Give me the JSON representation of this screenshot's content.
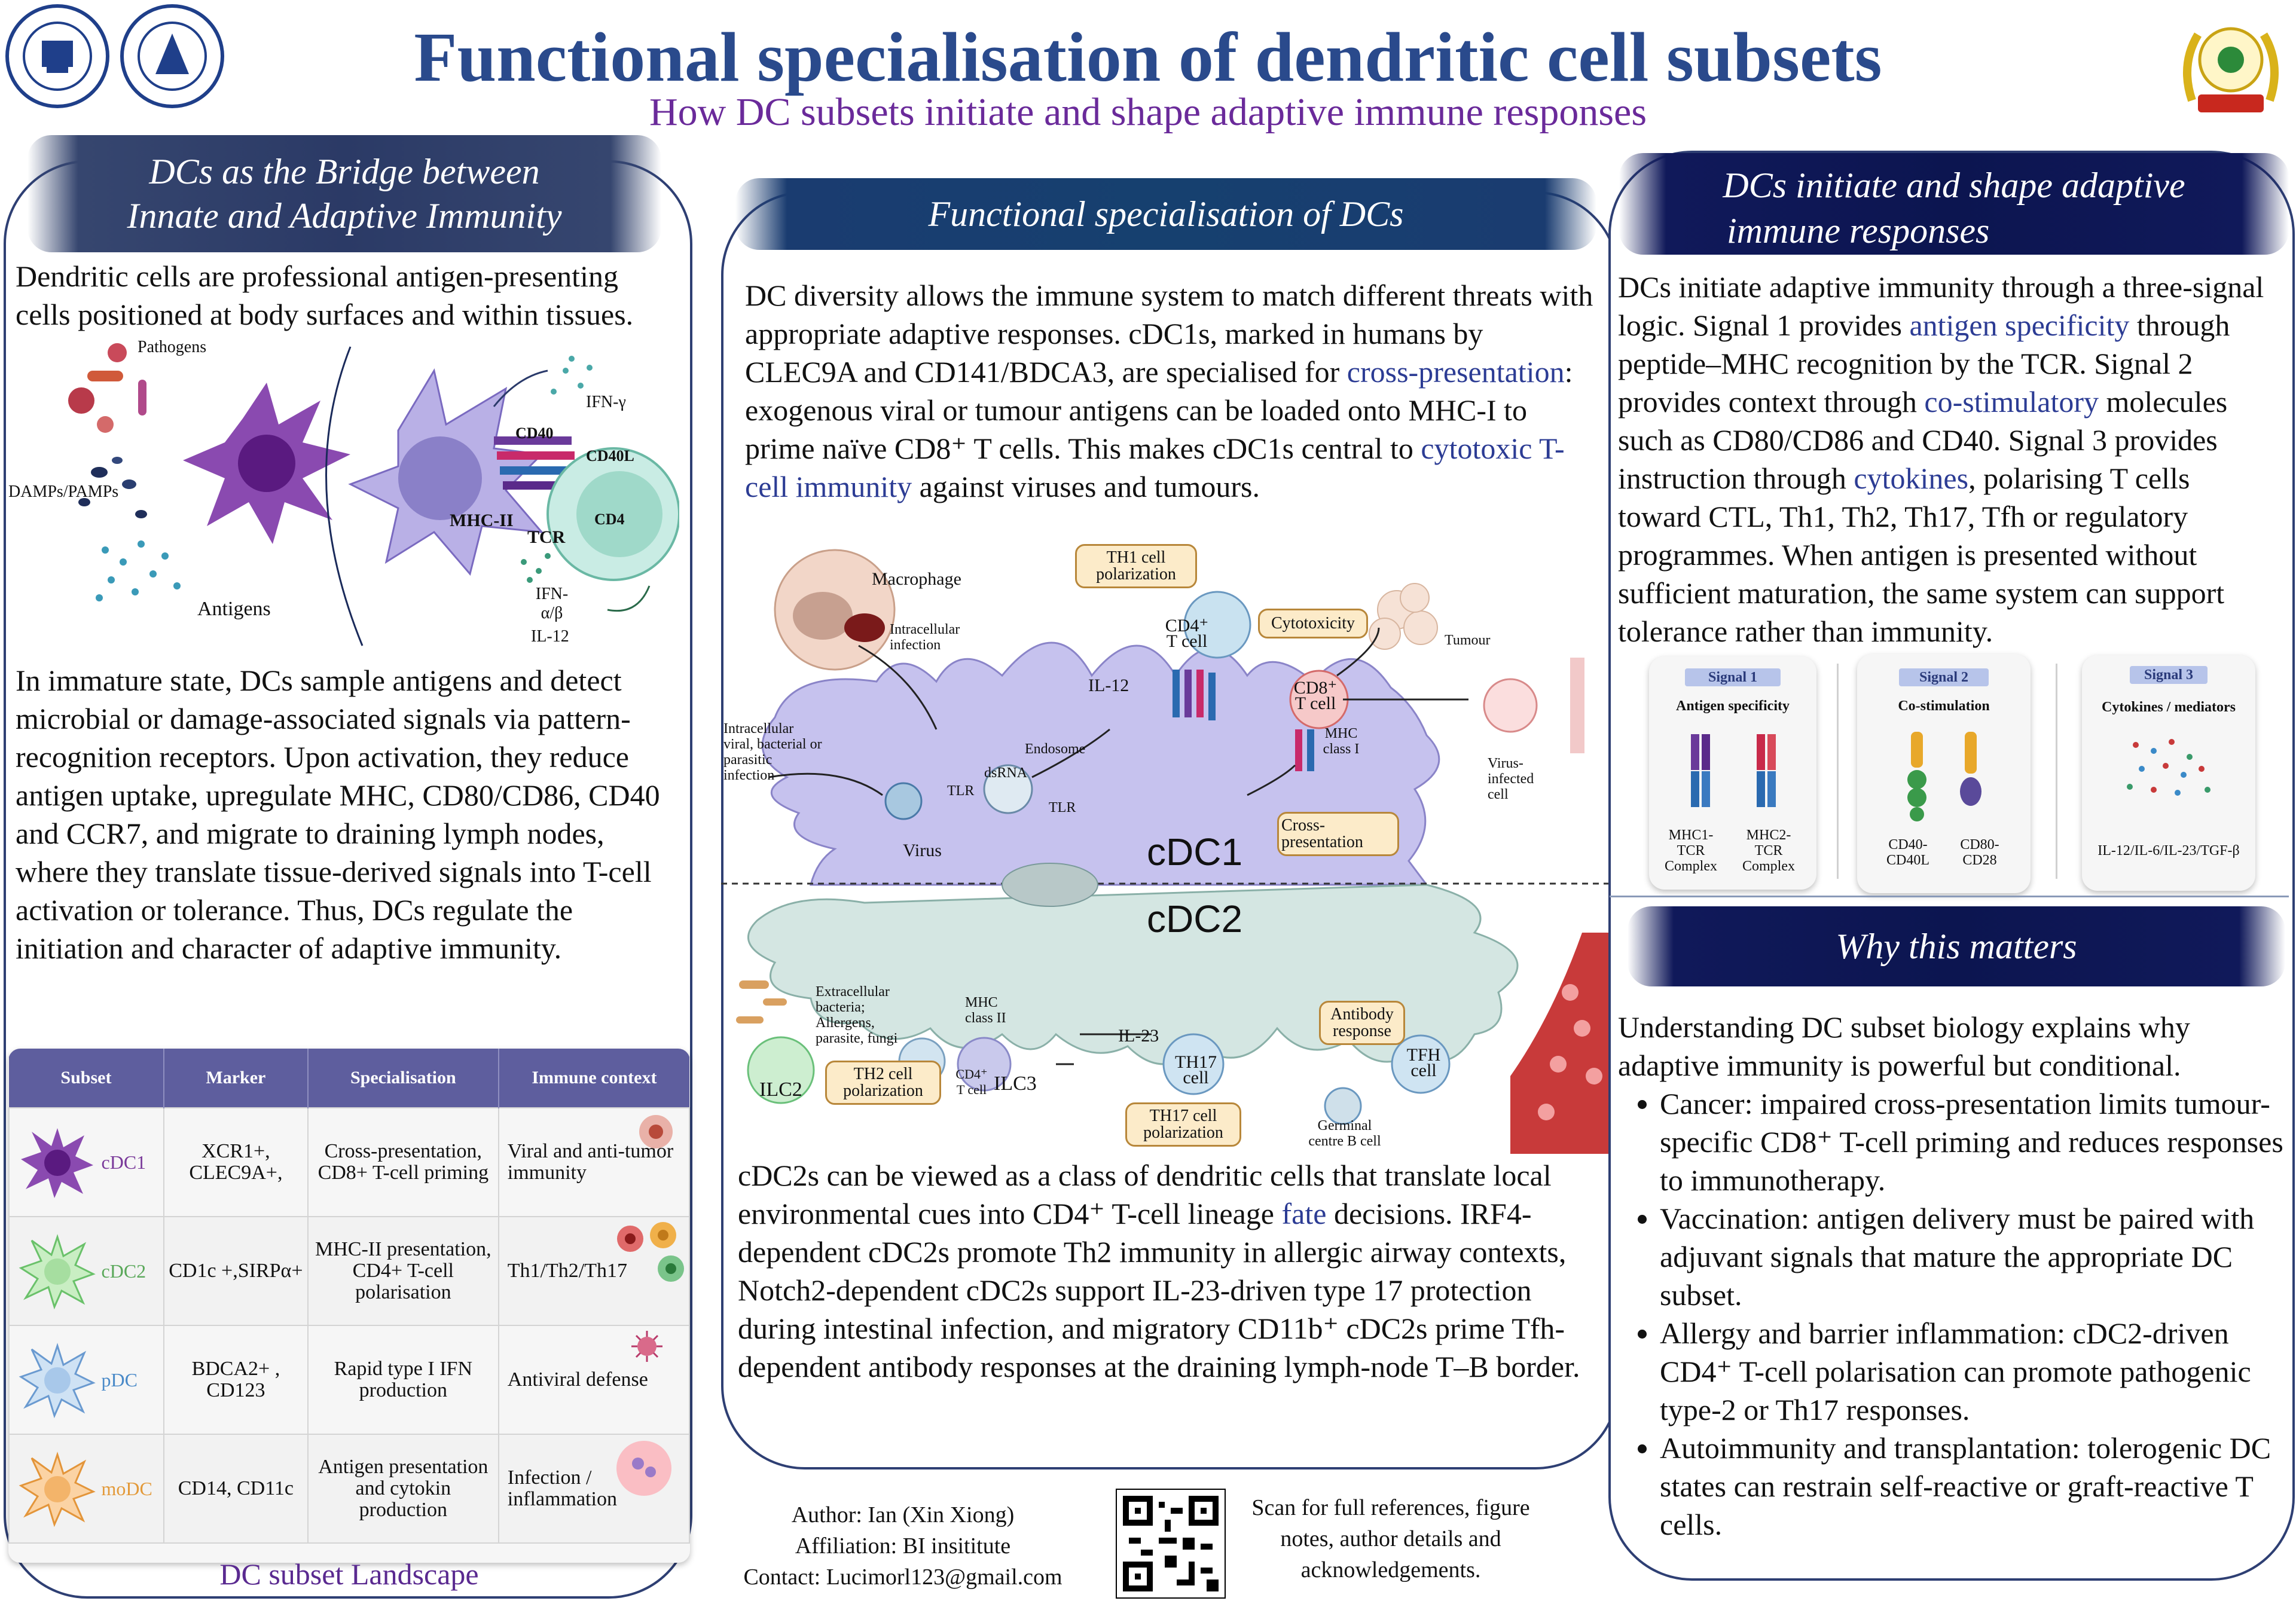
{
  "header": {
    "title": "Functional specialisation of dendritic cell subsets",
    "subtitle": "How DC subsets initiate and shape adaptive immune responses"
  },
  "left": {
    "heading_line1": "DCs as the Bridge between",
    "heading_line2": "Innate and Adaptive Immunity",
    "intro": "Dendritic cells are professional antigen-presenting cells positioned at body surfaces and within tissues.",
    "diagram_labels": {
      "pathogens": "Pathogens",
      "damps": "DAMPs/PAMPs",
      "antigens": "Antigens",
      "ifn_gamma": "IFN-γ",
      "cd40": "CD40",
      "cd40l": "CD40L",
      "mhc2": "MHC-II",
      "cd4": "CD4",
      "tcr": "TCR",
      "ifn_ab": "IFN-α/β",
      "il12": "IL-12"
    },
    "body": "In immature state, DCs sample antigens and detect microbial or damage-associated signals via pattern-recognition receptors. Upon activation, they reduce antigen uptake, upregulate MHC, CD80/CD86, CD40 and CCR7, and migrate to draining lymph nodes, where they translate tissue-derived signals into T-cell activation or tolerance. Thus, DCs regulate the initiation and character of adaptive immunity.",
    "table": {
      "headers": [
        "Subset",
        "Marker",
        "Specialisation",
        "Immune context"
      ],
      "rows": [
        {
          "subset": "cDC1",
          "marker": "XCR1+, CLEC9A+,",
          "spec": "Cross-presentation, CD8+ T-cell priming",
          "context": "Viral and anti-tumor immunity",
          "color": "#7a3a9a"
        },
        {
          "subset": "cDC2",
          "marker": "CD1c +,SIRPα+",
          "spec": "MHC-II presentation, CD4+ T-cell polarisation",
          "context": "Th1/Th2/Th17",
          "color": "#5aa85a"
        },
        {
          "subset": "pDC",
          "marker": "BDCA2+ , CD123",
          "spec": "Rapid type I IFN production",
          "context": "Antiviral defense",
          "color": "#4a8ac8"
        },
        {
          "subset": "moDC",
          "marker": "CD14, CD11c",
          "spec": "Antigen presentation and cytokin production",
          "context": "Infection / inflammation",
          "color": "#e39a3a"
        }
      ],
      "caption": "DC subset Landscape"
    }
  },
  "middle": {
    "heading": "Functional specialisation of DCs",
    "para1_a": "DC diversity allows the immune system to match different threats with appropriate adaptive responses. cDC1s, marked in humans by CLEC9A and CD141/BDCA3, are specialised for ",
    "para1_hl1": "cross-presentation",
    "para1_b": ": exogenous viral or tumour antigens can be loaded onto MHC-I to prime naïve CD8⁺ T cells. This makes cDC1s central to ",
    "para1_hl2": "cytotoxic T-cell immunity",
    "para1_c": " against viruses and tumours.",
    "diagram": {
      "cdc1": "cDC1",
      "cdc2": "cDC2",
      "macrophage": "Macrophage",
      "intracellular_infection": "Intracellular infection",
      "intracellular_pathogen": "Intracellular viral, bacterial or parasitic infection",
      "virus": "Virus",
      "tlr": "TLR",
      "dsrna": "dsRNA",
      "endosome": "Endosome",
      "il12": "IL-12",
      "th1": "TH1 cell polarization",
      "cd4_tcell": "CD4⁺ T cell",
      "cytotoxicity": "Cytotoxicity",
      "tumour": "Tumour",
      "cd8_tcell": "CD8⁺ T cell",
      "mhc1": "MHC class I",
      "virus_infected": "Virus-infected cell",
      "cross_presentation": "Cross-presentation",
      "extracellular": "Extracellular bacteria; Allergens, parasite, fungi",
      "mhc2": "MHC class II",
      "cd4_small": "CD4⁺ T cell",
      "th2": "TH2 cell polarization",
      "ilc2": "ILC2",
      "ilc3": "ILC3",
      "il23": "IL-23",
      "th17_cell": "TH17 cell",
      "th17_pol": "TH17 cell polarization",
      "antibody": "Antibody response",
      "tfh": "TFH cell",
      "gc_b": "Germinal centre B cell"
    },
    "para2_a": "cDC2s can be viewed as a class of dendritic cells that translate local environmental cues into CD4⁺ T-cell lineage ",
    "para2_hl": "fate",
    "para2_b": " decisions. IRF4-dependent cDC2s promote Th2 immunity in allergic airway contexts, Notch2-dependent cDC2s support IL-23-driven type 17 protection during intestinal infection, and migratory CD11b⁺ cDC2s prime Tfh-dependent antibody responses at the draining lymph-node T–B border.",
    "author": "Author: Ian (Xin Xiong)",
    "affiliation": "Affiliation: BI insititute",
    "contact": "Contact: Lucimorl123@gmail.com",
    "scan_note": "Scan for full references, figure notes, author details and acknowledgements."
  },
  "right": {
    "heading_line1": "DCs initiate and shape adaptive",
    "heading_line2": "immune responses",
    "p_a": "DCs initiate adaptive immunity through a three-signal logic. Signal 1 provides ",
    "p_hl1": "antigen specificity",
    "p_b": " through peptide–MHC recognition by the TCR. Signal 2 provides context through ",
    "p_hl2": "co-stimulatory",
    "p_c": " molecules such as CD80/CD86 and CD40. Signal 3 provides instruction through ",
    "p_hl3": "cytokines",
    "p_d": ", polarising T cells toward CTL, Th1, Th2, Th17, Tfh or regulatory programmes. When antigen is presented without sufficient maturation, the same system can support tolerance rather than immunity.",
    "signals": [
      {
        "tag": "Signal 1",
        "title": "Antigen specificity",
        "labels": [
          "MHC1-TCR Complex",
          "MHC2-TCR Complex"
        ]
      },
      {
        "tag": "Signal 2",
        "title": "Co-stimulation",
        "labels": [
          "CD40-CD40L",
          "CD80-CD28"
        ]
      },
      {
        "tag": "Signal 3",
        "title": "Cytokines / mediators",
        "labels": [
          "IL-12/IL-6/IL-23/TGF-β"
        ]
      }
    ],
    "why_heading": "Why this matters",
    "why_intro": "Understanding DC subset biology explains why adaptive immunity is powerful but conditional.",
    "why_items": [
      "Cancer: impaired cross-presentation limits tumour-specific CD8⁺ T-cell priming and reduces responses to immunotherapy.",
      "Vaccination: antigen delivery must be paired with adjuvant signals that mature the appropriate DC subset.",
      "Allergy and barrier inflammation: cDC2-driven CD4⁺ T-cell polarisation can promote pathogenic type-2 or Th17 responses.",
      "Autoimmunity and transplantation: tolerogenic DC states can restrain self-reactive or graft-reactive T cells."
    ]
  }
}
